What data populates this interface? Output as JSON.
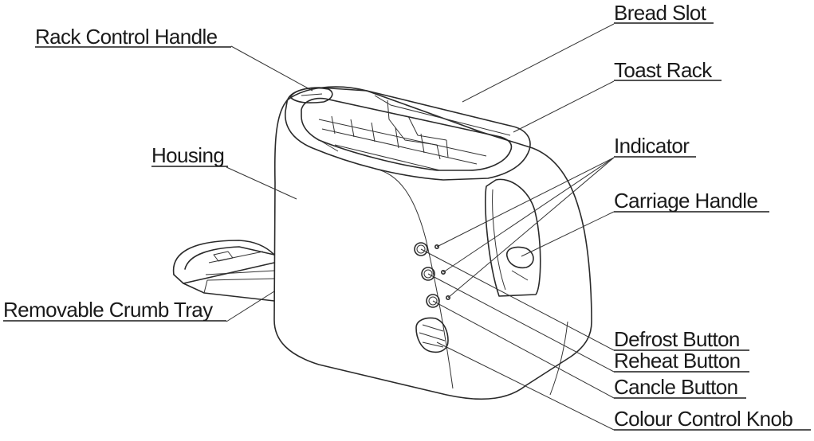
{
  "diagram": {
    "labels": {
      "rack_control_handle": "Rack Control Handle",
      "bread_slot": "Bread Slot",
      "toast_rack": "Toast Rack",
      "housing": "Housing",
      "indicator": "Indicator",
      "carriage_handle": "Carriage Handle",
      "removable_crumb_tray": "Removable Crumb Tray",
      "defrost_button": "Defrost Button",
      "reheat_button": "Reheat Button",
      "cancle_button": "Cancle Button",
      "colour_control_knob": "Colour Control Knob"
    }
  }
}
